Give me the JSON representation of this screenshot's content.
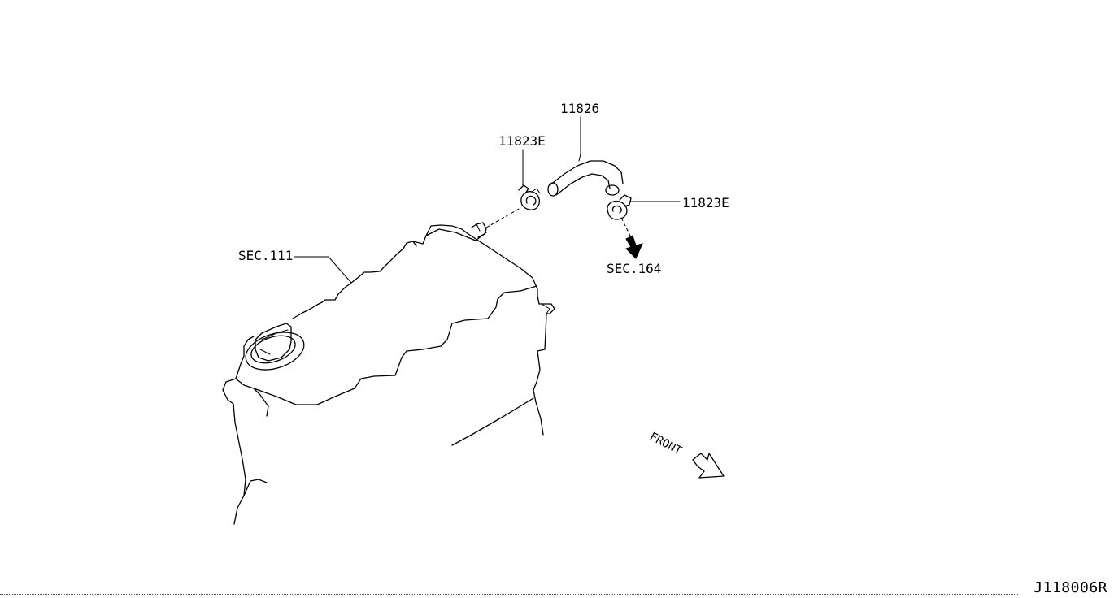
{
  "diagram": {
    "callouts": {
      "hose": "11826",
      "clamp_left": "11823E",
      "clamp_right": "11823E",
      "section_rocker_cover": "SEC.111",
      "section_intake": "SEC.164"
    },
    "front_indicator": "FRONT",
    "diagram_code": "J118006R"
  }
}
